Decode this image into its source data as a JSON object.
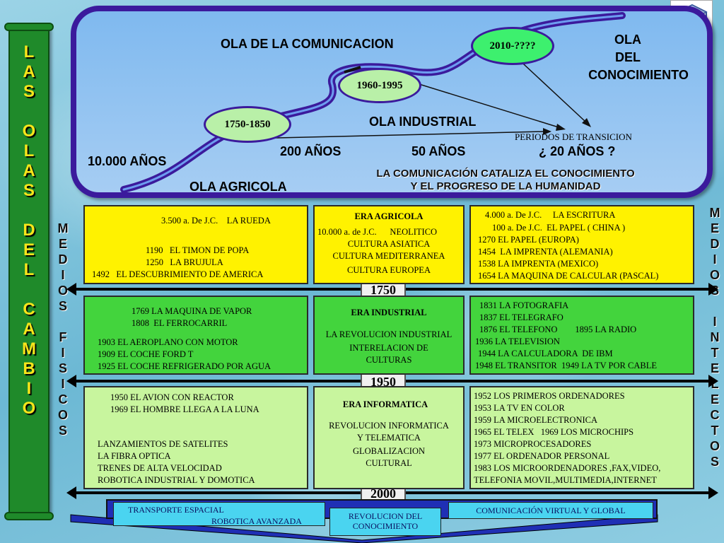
{
  "left_title": "L\nA\nS\n\nO\nL\nA\nS\n\nD\nE\nL\n\nC\nA\nM\nB\nI\nO",
  "header": {
    "ola_comunicacion": "OLA DE LA COMUNICACION",
    "ola_conocimiento": [
      "OLA",
      "DEL",
      "CONOCIMIENTO"
    ],
    "ola_industrial": "OLA INDUSTRIAL",
    "ola_agricola": "OLA AGRICOLA",
    "periodos_transicion": "PERIODOS DE TRANSICION",
    "period_10000": "10.000 AÑOS",
    "period_200": "200 AÑOS",
    "period_50": "50 AÑOS",
    "period_20": "¿ 20 AÑOS ?",
    "ellipse_1750": "1750-1850",
    "ellipse_1960": "1960-1995",
    "ellipse_2010": "2010-????",
    "cataliza_1": "LA COMUNICACIÓN CATALIZA EL CONOCIMIENTO",
    "cataliza_2": "Y  EL PROGRESO DE LA HUMANIDAD"
  },
  "side_left": "M\nE\nD\nI\nO\nS\n\nF\nI\nS\nI\nC\nO\nS",
  "side_right": "M\nE\nD\nI\nO\nS\n\nI\nN\nT\nE\nL\nE\nC\nT\nO\nS",
  "years": {
    "y1750": "1750",
    "y1950": "1950",
    "y2000": "2000"
  },
  "row1": {
    "left": [
      "3.500 a. De J.C.    LA RUEDA",
      "1190   EL TIMON DE POPA",
      "1250   LA BRUJULA",
      "1492   EL DESCUBRIMIENTO DE AMERICA"
    ],
    "center": [
      "ERA AGRICOLA",
      "10.000 a. de J.C.      NEOLITICO",
      "CULTURA ASIATICA",
      "CULTURA MEDITERRANEA",
      "CULTURA EUROPEA"
    ],
    "right": [
      "4.000 a. De J.C.     LA ESCRITURA",
      "100 a. De J.C.  EL PAPEL ( CHINA )",
      "1270 EL PAPEL (EUROPA)",
      "1454  LA IMPRENTA (ALEMANIA)",
      "1538 LA IMPRENTA (MEXICO)",
      "1654 LA MAQUINA DE CALCULAR (PASCAL)"
    ]
  },
  "row2": {
    "left": [
      "1769 LA MAQUINA DE VAPOR",
      "1808  EL FERROCARRIL",
      "1903 EL AEROPLANO CON MOTOR",
      "1909 EL COCHE FORD T",
      "1925 EL COCHE REFRIGERADO POR AGUA"
    ],
    "center": [
      "ERA INDUSTRIAL",
      "LA REVOLUCION INDUSTRIAL",
      "INTERELACION DE",
      "CULTURAS"
    ],
    "right": [
      "1831 LA FOTOGRAFIA",
      "1837 EL TELEGRAFO",
      "1876 EL TELEFONO        1895 LA RADIO",
      "1936 LA TELEVISION",
      "1944 LA CALCULADORA  DE IBM",
      "1948 EL TRANSITOR  1949 LA TV POR CABLE"
    ]
  },
  "row3": {
    "left": [
      "1950 EL AVION CON REACTOR",
      "1969 EL HOMBRE LLEGA A LA LUNA",
      "LANZAMIENTOS DE SATELITES",
      "LA FIBRA OPTICA",
      "TRENES DE ALTA VELOCIDAD",
      "ROBOTICA INDUSTRIAL Y DOMOTICA"
    ],
    "center": [
      "ERA INFORMATICA",
      "REVOLUCION INFORMATICA",
      "Y TELEMATICA",
      "GLOBALIZACION",
      "CULTURAL"
    ],
    "right": [
      "1952 LOS PRIMEROS ORDENADORES",
      "1953 LA TV EN COLOR",
      "1959 LA MICROELECTRONICA",
      "1965 EL TELEX   1969 LOS MICROCHIPS",
      "1973 MICROPROCESADORES",
      "1977 EL ORDENADOR PERSONAL",
      "1983 LOS MICROORDENADORES ,FAX,VIDEO,",
      "TELEFONIA MOVIL,MULTIMEDIA,INTERNET"
    ]
  },
  "bottom": {
    "transporte": "TRANSPORTE ESPACIAL",
    "robotica": "ROBOTICA AVANZADA",
    "revolucion_1": "REVOLUCION DEL",
    "revolucion_2": "CONOCIMIENTO",
    "comunicacion": "COMUNICACIÓN VIRTUAL Y GLOBAL"
  },
  "colors": {
    "wave": "#3b1a9c",
    "yellow_box": "#fff200",
    "green_box": "#43d43d",
    "pale_box": "#c8f59e",
    "title_bar": "#1f8a2a"
  }
}
